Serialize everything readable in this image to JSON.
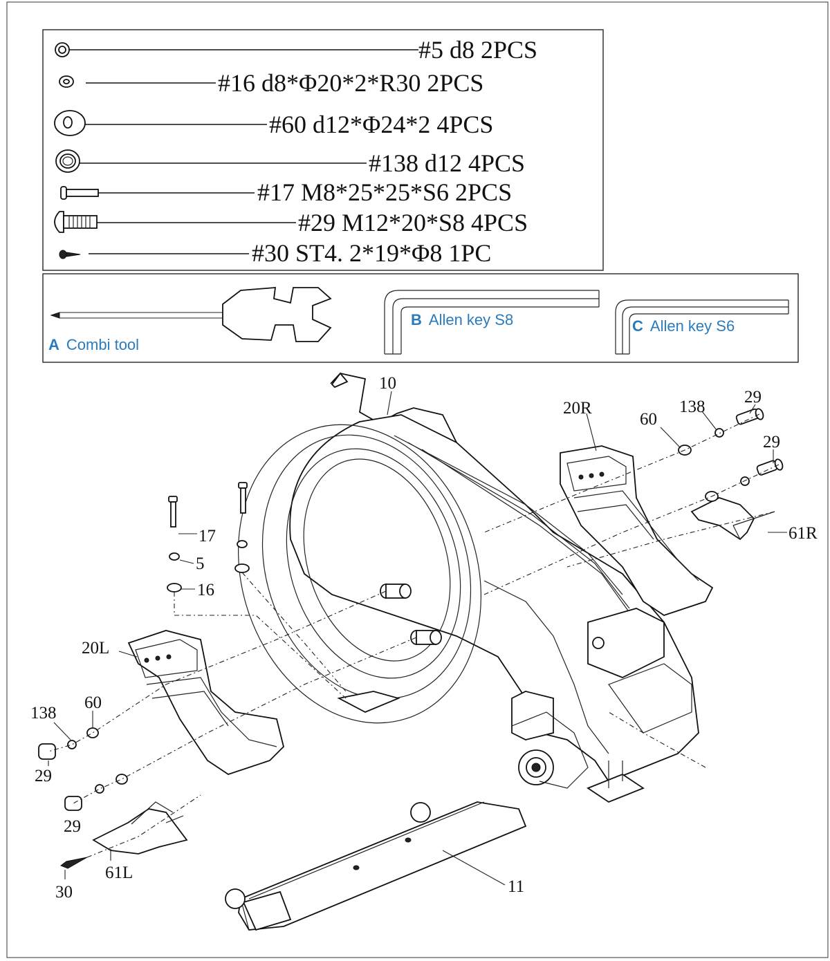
{
  "hardware": [
    {
      "icon": "nut-icon",
      "label": "#5  d8  2PCS"
    },
    {
      "icon": "curved-washer-icon",
      "label": "#16  d8*Φ20*2*R30  2PCS"
    },
    {
      "icon": "flat-washer-icon",
      "label": "#60  d12*Φ24*2  4PCS"
    },
    {
      "icon": "spring-washer-icon",
      "label": "#138  d12  4PCS"
    },
    {
      "icon": "bolt-icon",
      "label": "#17  M8*25*25*S6  2PCS"
    },
    {
      "icon": "large-bolt-icon",
      "label": "#29  M12*20*S8  4PCS"
    },
    {
      "icon": "screw-icon",
      "label": "#30  ST4. 2*19*Φ8  1PC"
    }
  ],
  "tools": [
    {
      "letter": "A",
      "name": "Combi tool",
      "icon": "combi-tool-icon"
    },
    {
      "letter": "B",
      "name": "Allen key S8",
      "icon": "allen-key-icon"
    },
    {
      "letter": "C",
      "name": "Allen key S6",
      "icon": "allen-key-icon"
    }
  ],
  "callouts": {
    "c10": "10",
    "c20R": "20R",
    "c60R": "60",
    "c138R": "138",
    "c29R1": "29",
    "c29R2": "29",
    "c61R": "61R",
    "c17": "17",
    "c5": "5",
    "c16": "16",
    "c20L": "20L",
    "c138L": "138",
    "c60L": "60",
    "c29L1": "29",
    "c29L2": "29",
    "c61L": "61L",
    "c30": "30",
    "c11": "11"
  },
  "colors": {
    "tool_text": "#2a7bbd",
    "line": "#111111"
  }
}
